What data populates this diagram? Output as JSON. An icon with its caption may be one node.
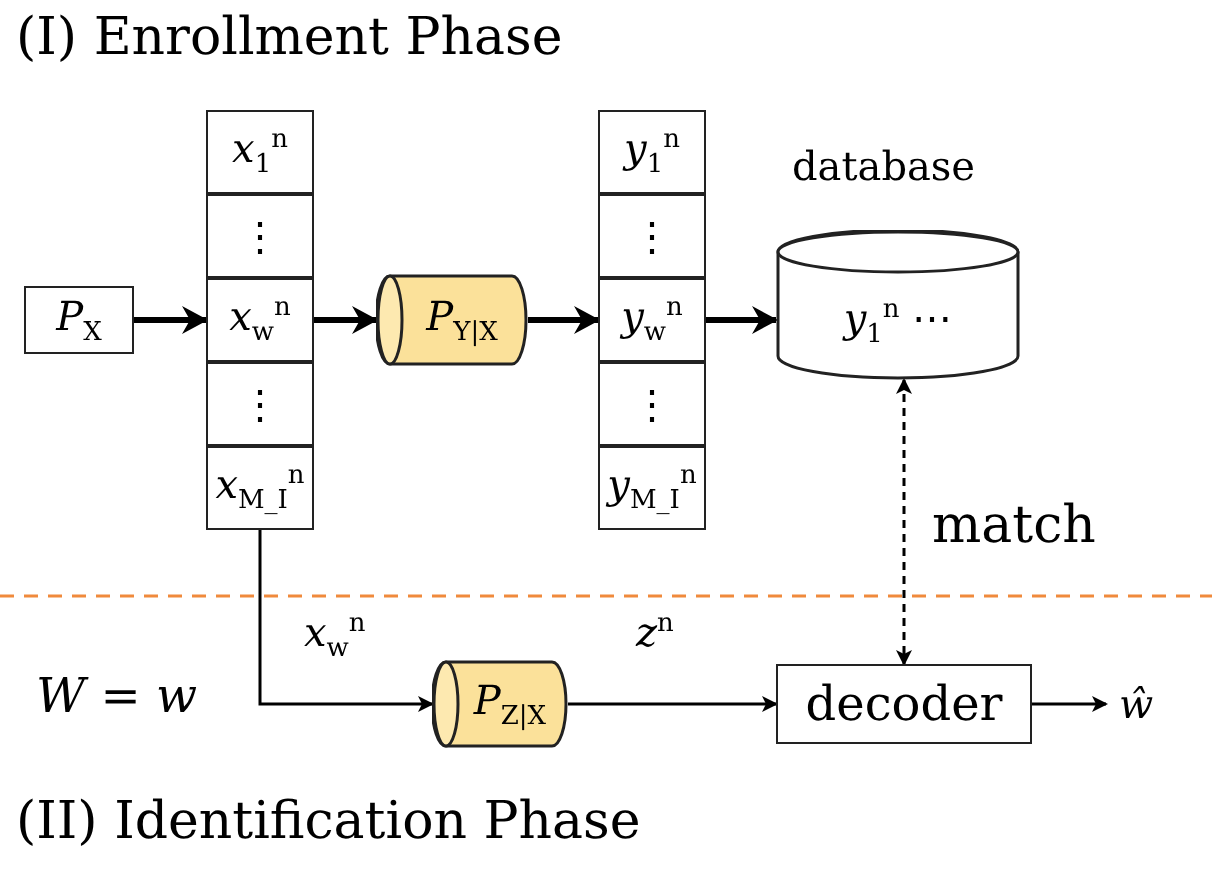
{
  "diagram": {
    "nodes": [
      {
        "text": [
          "*P*$_{X}$"
        ]
      },
      {
        "text": [
          "*x*$_{1}$$^{n}$"
        ]
      },
      {
        "text": [
          "⋮"
        ]
      },
      {
        "text": [
          "*x*$_{w}$$^{n}$"
        ]
      },
      {
        "text": [
          "⋮"
        ]
      },
      {
        "text": [
          "*x*$_{M_I}$$^{n}$"
        ]
      },
      {
        "text": [
          "*P*$_{Y|X}$"
        ]
      },
      {
        "text": [
          "*y*$_{1}$$^{n}$"
        ]
      },
      {
        "text": [
          "⋮"
        ]
      },
      {
        "text": [
          "*y*$_{w}$$^{n}$"
        ]
      },
      {
        "text": [
          "⋮"
        ]
      },
      {
        "text": [
          "*y*$_{M_I}$$^{n}$"
        ]
      },
      {
        "text": [
          "database",
          "*y*$_{1}$$^{n}$ ⋯"
        ]
      },
      {
        "text": [
          "*P*$_{Z|X}$"
        ]
      },
      {
        "text": [
          "decoder"
        ]
      },
      {
        "text": [
          "*ŵ*"
        ]
      }
    ],
    "edges": [
      {
        "from": 0,
        "to": 3,
        "arrow": "to",
        "style": "thick"
      },
      {
        "from": 3,
        "to": 6,
        "arrow": "to",
        "style": "thick"
      },
      {
        "from": 6,
        "to": 9,
        "arrow": "to",
        "style": "thick"
      },
      {
        "from": 9,
        "to": 12,
        "arrow": "to",
        "style": "thick"
      },
      {
        "from": 5,
        "to": 13,
        "arrow": "to",
        "label": "*x*$_{w}$$^{n}$"
      },
      {
        "from": 13,
        "to": 14,
        "arrow": "to",
        "label": "*z*$^{n}$"
      },
      {
        "from": 12,
        "to": 14,
        "arrow": "both",
        "style": "dashed",
        "label": "match"
      },
      {
        "from": 14,
        "to": 15,
        "arrow": "to"
      }
    ],
    "labels": [
      "(I) Enrollment Phase",
      "*W* = *w*",
      "(II) Identification Phase"
    ]
  }
}
